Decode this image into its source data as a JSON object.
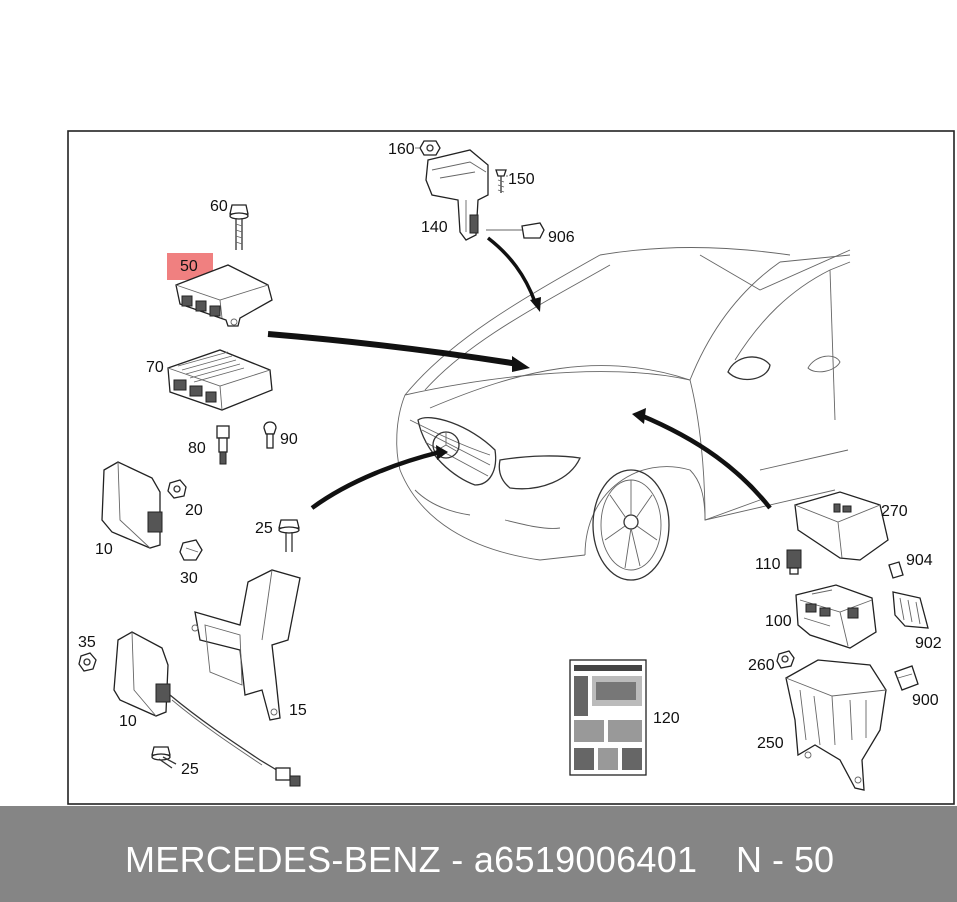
{
  "diagram": {
    "highlight_color": "#f08080",
    "labels": {
      "p160": "160",
      "p150": "150",
      "p140": "140",
      "p906": "906",
      "p60": "60",
      "p50": "50",
      "p70": "70",
      "p80": "80",
      "p90": "90",
      "p20": "20",
      "p10a": "10",
      "p30": "30",
      "p25a": "25",
      "p35": "35",
      "p10b": "10",
      "p25b": "25",
      "p15": "15",
      "p120": "120",
      "p270": "270",
      "p110": "110",
      "p904": "904",
      "p100": "100",
      "p902": "902",
      "p260": "260",
      "p900": "900",
      "p250": "250"
    },
    "highlighted_part": "50"
  },
  "caption": {
    "brand_part": "MERCEDES-BENZ - a6519006401",
    "position": "N - 50",
    "background": "#858585"
  }
}
